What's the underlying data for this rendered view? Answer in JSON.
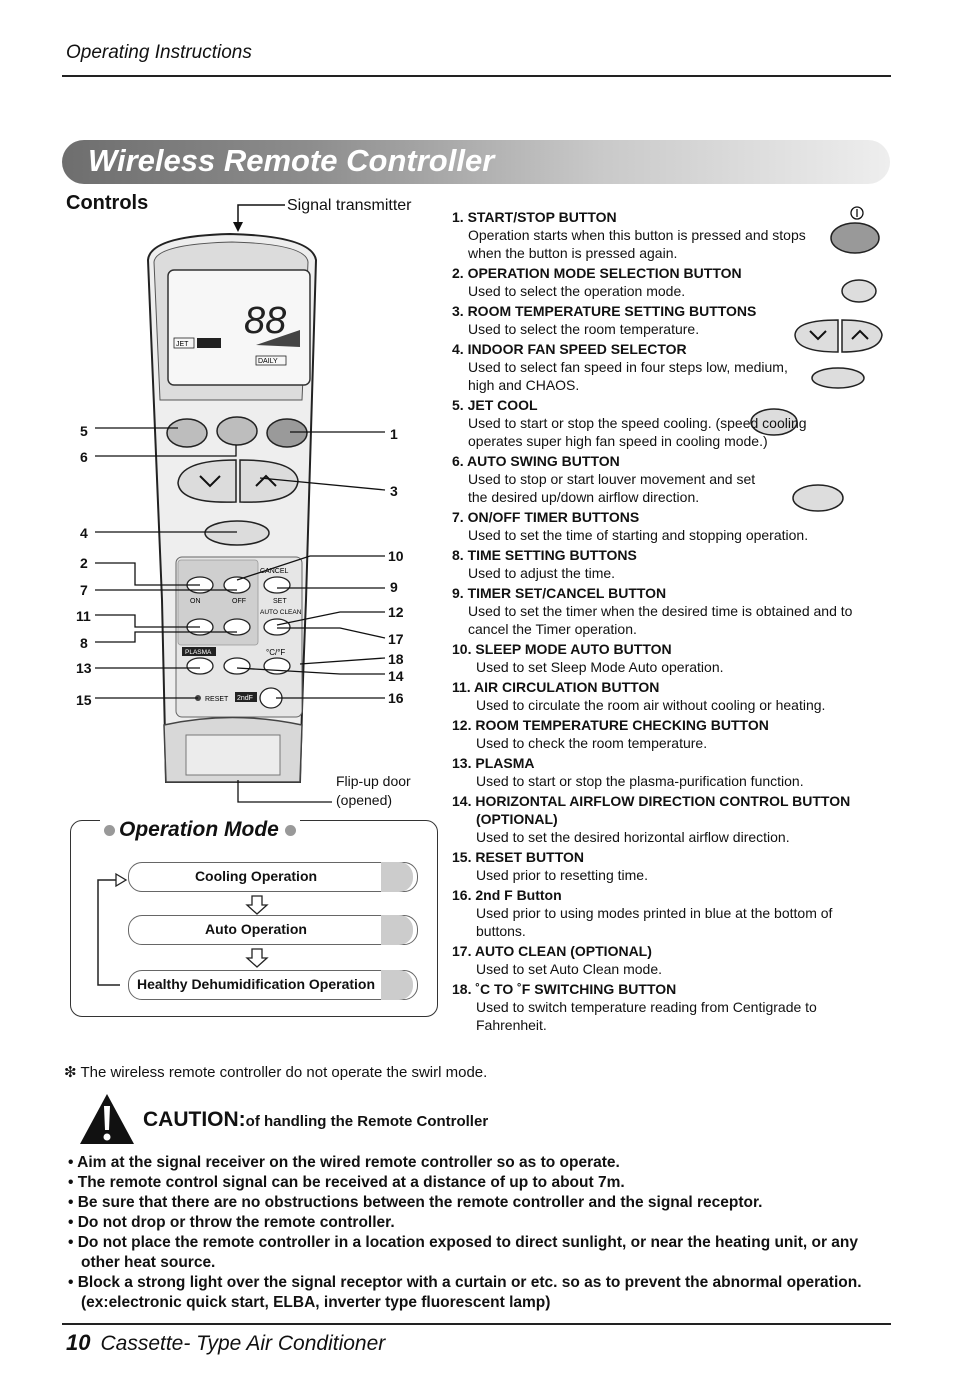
{
  "header": {
    "section": "Operating Instructions"
  },
  "banner": {
    "title": "Wireless Remote Controller"
  },
  "controls": {
    "heading": "Controls",
    "signal_label": "Signal transmitter",
    "flip_label_1": "Flip-up door",
    "flip_label_2": "(opened)",
    "callouts": [
      "5",
      "6",
      "1",
      "3",
      "4",
      "2",
      "7",
      "11",
      "8",
      "13",
      "15",
      "10",
      "9",
      "12",
      "17",
      "18",
      "14",
      "16"
    ],
    "remote_text": {
      "cancel": "CANCEL",
      "set": "SET",
      "on": "ON",
      "off": "OFF",
      "auto_clean": "AUTO CLEAN",
      "plasma": "PLASMA",
      "cf": "°C/°F",
      "reset": "RESET",
      "second_f": "2ndF",
      "jet": "JET",
      "daily": "DAILY",
      "lcd_digits": "88"
    }
  },
  "buttons_list": [
    {
      "title": "1. START/STOP BUTTON",
      "desc": "Operation starts when this button is pressed and stops when the button is pressed again."
    },
    {
      "title": "2. OPERATION MODE SELECTION BUTTON",
      "desc": "Used to select the operation mode."
    },
    {
      "title": "3. ROOM TEMPERATURE SETTING BUTTONS",
      "desc": "Used to select the room temperature."
    },
    {
      "title": "4. INDOOR FAN SPEED SELECTOR",
      "desc": "Used to select fan speed in four steps low, medium, high and CHAOS."
    },
    {
      "title": "5. JET COOL",
      "desc": "Used to start or stop the speed cooling. (speed cooling operates super high fan speed in cooling mode.)"
    },
    {
      "title": "6. AUTO SWING BUTTON",
      "desc": "Used to stop or start louver movement and set the desired up/down airflow direction."
    },
    {
      "title": "7. ON/OFF TIMER BUTTONS",
      "desc": "Used to set the time of starting and stopping operation."
    },
    {
      "title": "8. TIME SETTING BUTTONS",
      "desc": "Used to adjust the time."
    },
    {
      "title": "9. TIMER SET/CANCEL BUTTON",
      "desc": "Used to set the timer when the desired time is obtained and to cancel the Timer operation."
    },
    {
      "title": "10. SLEEP MODE AUTO BUTTON",
      "desc": "Used to set Sleep Mode Auto operation."
    },
    {
      "title": "11. AIR CIRCULATION BUTTON",
      "desc": "Used to circulate the room air without cooling or heating."
    },
    {
      "title": "12. ROOM TEMPERATURE CHECKING BUTTON",
      "desc": "Used to check the room temperature."
    },
    {
      "title": "13. PLASMA",
      "desc": "Used to start or stop the plasma-purification function."
    },
    {
      "title": "14. HORIZONTAL AIRFLOW DIRECTION CONTROL BUTTON (OPTIONAL)",
      "desc": "Used to set the desired horizontal airflow direction."
    },
    {
      "title": "15. RESET BUTTON",
      "desc": "Used prior to resetting time."
    },
    {
      "title": "16. 2nd F Button",
      "desc": "Used prior to using modes printed in blue at the bottom of buttons."
    },
    {
      "title": "17. AUTO CLEAN (OPTIONAL)",
      "desc": "Used to set Auto Clean mode."
    },
    {
      "title": "18. ˚C TO ˚F SWITCHING BUTTON",
      "desc": "Used to switch temperature reading from Centigrade to Fahrenheit."
    }
  ],
  "operation_mode": {
    "title": "Operation Mode",
    "modes": [
      "Cooling Operation",
      "Auto Operation",
      "Healthy Dehumidification Operation"
    ]
  },
  "note": "❇ The wireless remote controller do not operate the swirl mode.",
  "caution": {
    "label": "CAUTION:",
    "sub": "of handling the Remote Controller",
    "bullets": [
      "• Aim at the signal receiver on the wired remote controller so as to operate.",
      "• The remote control signal can be received at a distance of up to about 7m.",
      "• Be sure that there are no obstructions between the remote controller and the signal receptor.",
      "• Do not drop or throw the remote controller.",
      "• Do not place the remote controller in a location exposed to direct sunlight, or near the heating unit, or any other heat source.",
      "• Block a strong light over the signal receptor with a curtain or etc. so as to prevent the abnormal operation. (ex:electronic quick start, ELBA, inverter type fluorescent lamp)"
    ]
  },
  "footer": {
    "page": "10",
    "title": "Cassette- Type Air Conditioner"
  }
}
